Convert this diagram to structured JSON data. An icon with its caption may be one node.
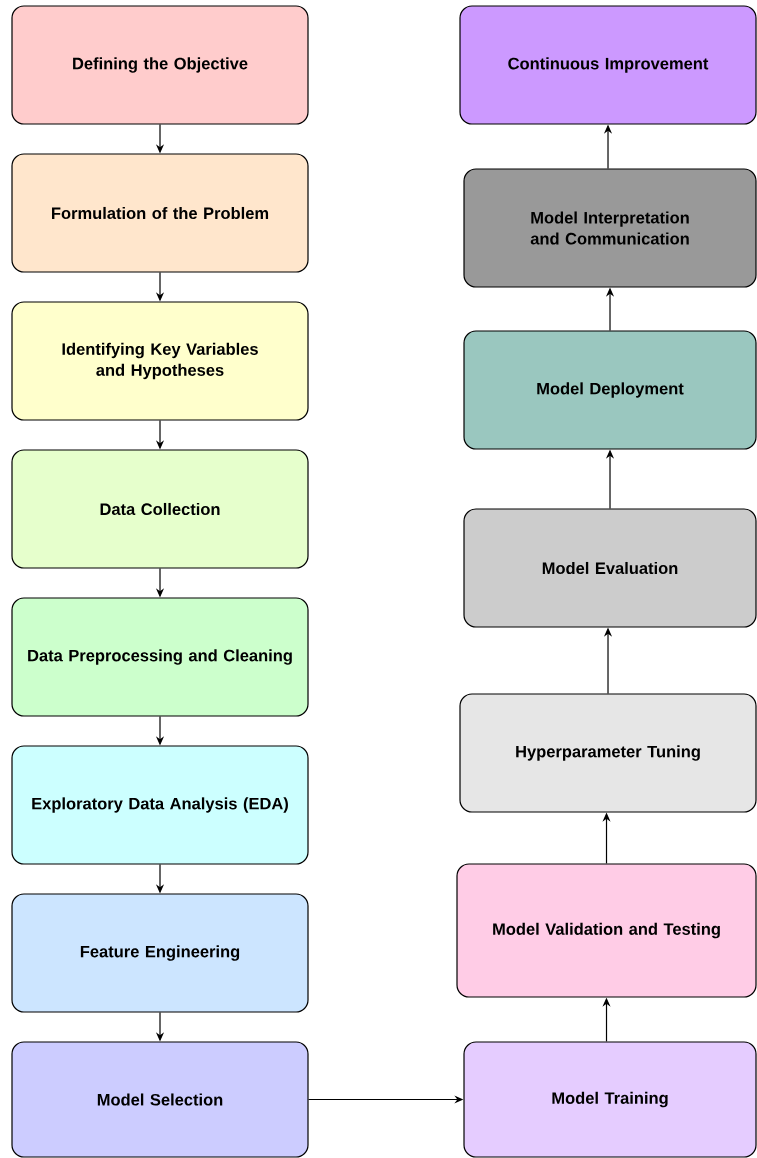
{
  "diagram": {
    "nodes": [
      {
        "text": [
          "Defining the Objective"
        ]
      },
      {
        "text": [
          "Formulation of the Problem"
        ]
      },
      {
        "text": [
          "Identifying Key Variables and Hypotheses"
        ]
      },
      {
        "text": [
          "Data Collection"
        ]
      },
      {
        "text": [
          "Data Preprocessing and Cleaning"
        ]
      },
      {
        "text": [
          "Exploratory Data Analysis (EDA)"
        ]
      },
      {
        "text": [
          "Feature Engineering"
        ]
      },
      {
        "text": [
          "Model Selection"
        ]
      },
      {
        "text": [
          "Model Training"
        ]
      },
      {
        "text": [
          "Model Validation and Testing"
        ]
      },
      {
        "text": [
          "Hyperparameter Tuning"
        ]
      },
      {
        "text": [
          "Model Evaluation"
        ]
      },
      {
        "text": [
          "Model Deployment"
        ]
      },
      {
        "text": [
          "Model Interpretation and Communication"
        ]
      },
      {
        "text": [
          "Continuous Improvement"
        ]
      }
    ],
    "edges": [
      {
        "from": 0,
        "to": 1,
        "arrow": "to"
      },
      {
        "from": 1,
        "to": 2,
        "arrow": "to"
      },
      {
        "from": 2,
        "to": 3,
        "arrow": "to"
      },
      {
        "from": 3,
        "to": 4,
        "arrow": "to"
      },
      {
        "from": 4,
        "to": 5,
        "arrow": "to"
      },
      {
        "from": 5,
        "to": 6,
        "arrow": "to"
      },
      {
        "from": 6,
        "to": 7,
        "arrow": "to"
      },
      {
        "from": 7,
        "to": 8,
        "arrow": "to"
      },
      {
        "from": 8,
        "to": 9,
        "arrow": "to"
      },
      {
        "from": 9,
        "to": 10,
        "arrow": "to"
      },
      {
        "from": 10,
        "to": 11,
        "arrow": "to"
      },
      {
        "from": 11,
        "to": 12,
        "arrow": "to"
      },
      {
        "from": 12,
        "to": 13,
        "arrow": "to"
      },
      {
        "from": 13,
        "to": 14,
        "arrow": "to"
      }
    ]
  }
}
